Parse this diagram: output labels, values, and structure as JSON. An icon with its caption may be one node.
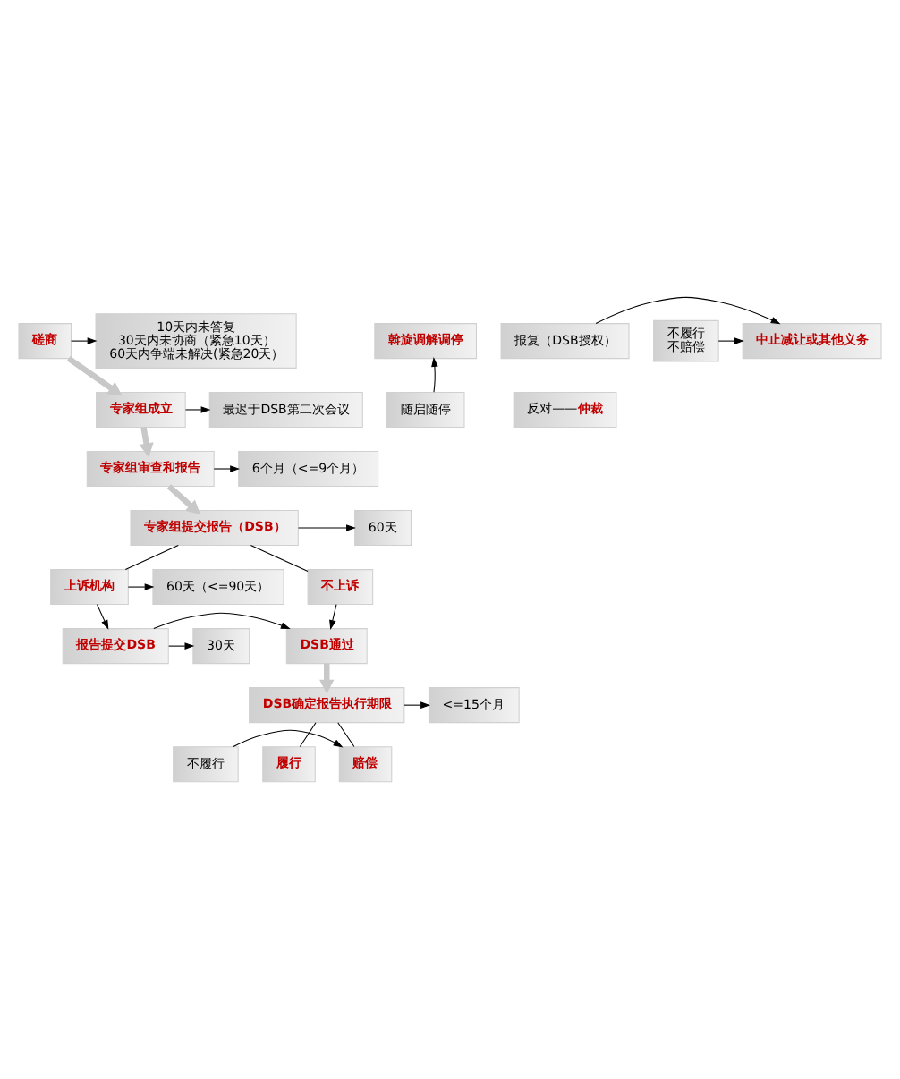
{
  "diagram": {
    "nodes": [
      {
        "text": [
          "斡旋调解调停"
        ]
      },
      {
        "text": [
          "磋商"
        ]
      },
      {
        "text": [
          "随启随停"
        ]
      },
      {
        "text": [
          "10天内未答复",
          "30天内未协商（紧急10天）",
          "60天内争端未解决(紧急20天）"
        ]
      },
      {
        "text": [
          "专家组成立"
        ]
      },
      {
        "text": [
          "最迟于DSB第二次会议"
        ]
      },
      {
        "text": [
          "专家组审查和报告"
        ]
      },
      {
        "text": [
          "6个月（<=9个月）"
        ]
      },
      {
        "text": [
          "专家组提交报告（DSB）"
        ]
      },
      {
        "text": [
          "60天"
        ]
      },
      {
        "text": [
          "不上诉"
        ]
      },
      {
        "text": [
          "上诉机构"
        ]
      },
      {
        "text": [
          "60天（<=90天）"
        ]
      },
      {
        "text": [
          "DSB通过"
        ]
      },
      {
        "text": [
          "报告提交DSB"
        ]
      },
      {
        "text": [
          "30天"
        ]
      },
      {
        "text": [
          "DSB确定报告执行期限"
        ]
      },
      {
        "text": [
          "<=15个月"
        ]
      },
      {
        "text": [
          "履行"
        ]
      },
      {
        "text": [
          "赔偿"
        ]
      },
      {
        "text": [
          "不履行"
        ]
      },
      {
        "text": [
          "报复（DSB授权）"
        ]
      },
      {
        "text": [
          "中止减让或其他义务"
        ]
      },
      {
        "text": [
          "不履行",
          "不赔偿"
        ]
      },
      {
        "text": [
          "反对——**仲裁**"
        ]
      }
    ],
    "edges": [
      {
        "from": 2,
        "to": 0,
        "arrow": "to"
      },
      {
        "from": 1,
        "to": 3,
        "arrow": "to"
      },
      {
        "from": 1,
        "to": 4,
        "arrow": "to",
        "style": "thick",
        "color": "#c8c8c8"
      },
      {
        "from": 4,
        "to": 5,
        "arrow": "to"
      },
      {
        "from": 4,
        "to": 6,
        "arrow": "to",
        "style": "thick",
        "color": "#c8c8c8"
      },
      {
        "from": 6,
        "to": 7,
        "arrow": "to"
      },
      {
        "from": 6,
        "to": 8,
        "arrow": "to",
        "style": "thick",
        "color": "#c8c8c8"
      },
      {
        "from": 8,
        "to": 9,
        "arrow": "to"
      },
      {
        "from": 8,
        "to": 10,
        "arrow": "none"
      },
      {
        "from": 8,
        "to": 11,
        "arrow": "none"
      },
      {
        "from": 10,
        "to": 13,
        "arrow": "to"
      },
      {
        "from": 11,
        "to": 14,
        "arrow": "to"
      },
      {
        "from": 11,
        "to": 12,
        "arrow": "to"
      },
      {
        "from": 14,
        "to": 13,
        "arrow": "to"
      },
      {
        "from": 14,
        "to": 15,
        "arrow": "to"
      },
      {
        "from": 13,
        "to": 16,
        "arrow": "to",
        "style": "thick",
        "color": "#c8c8c8"
      },
      {
        "from": 16,
        "to": 17,
        "arrow": "to"
      },
      {
        "from": 16,
        "to": 18,
        "arrow": "none"
      },
      {
        "from": 16,
        "to": 19,
        "arrow": "none"
      },
      {
        "from": 20,
        "to": 19,
        "arrow": "to"
      },
      {
        "from": 21,
        "to": 22,
        "arrow": "to"
      },
      {
        "from": 23,
        "to": 22,
        "arrow": "to"
      }
    ]
  }
}
